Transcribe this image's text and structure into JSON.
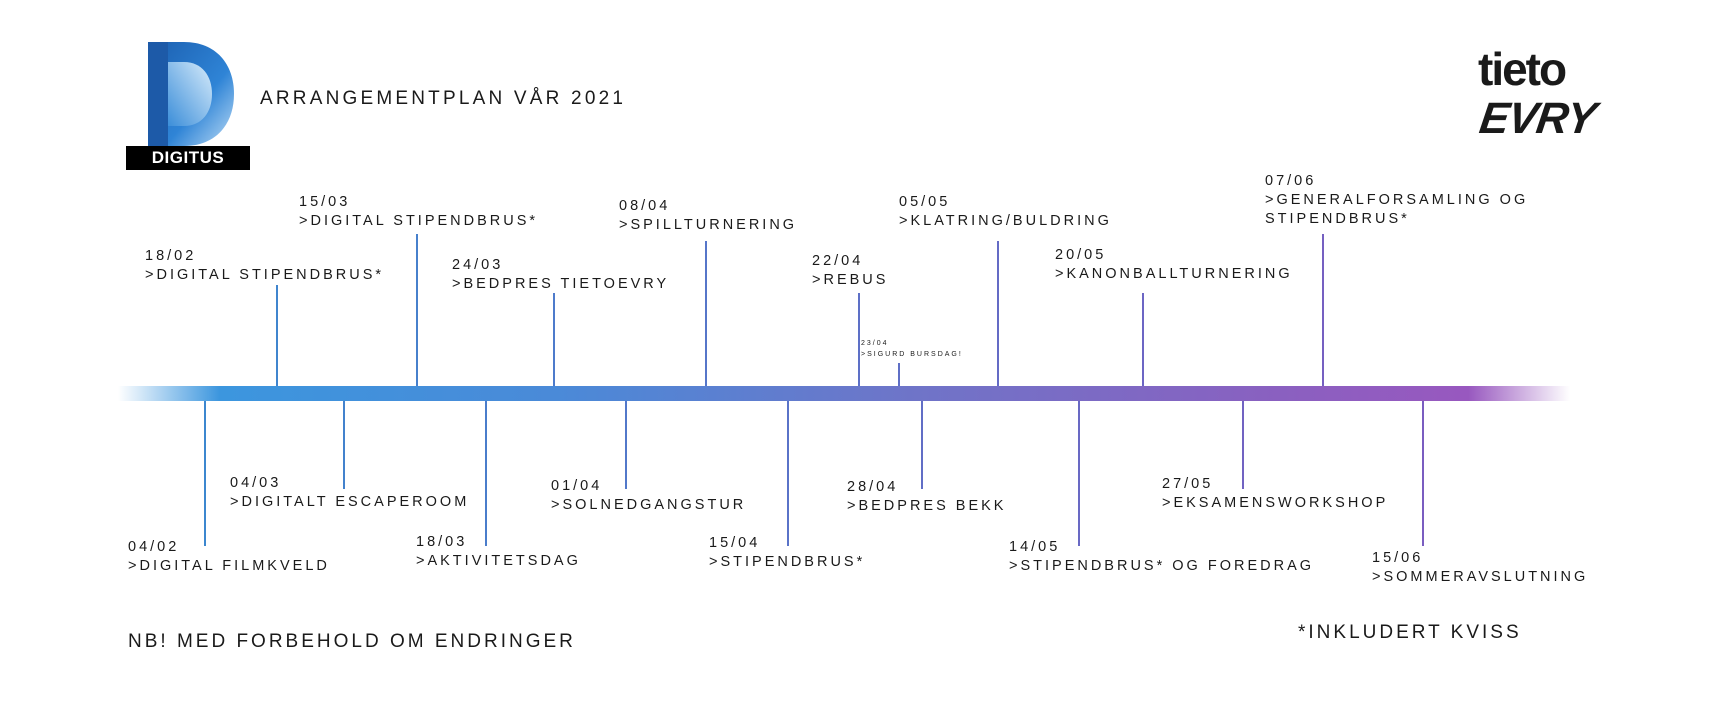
{
  "header": {
    "title": "ARRANGEMENTPLAN VÅR 2021",
    "logo_left_text": "DIGITUS",
    "logo_right_line1": "tieto",
    "logo_right_line2": "EVRY"
  },
  "footer": {
    "note_left": "NB! MED FORBEHOLD OM ENDRINGER",
    "note_right": "*INKLUDERT KVISS"
  },
  "colors": {
    "timeline_start": "#3c96de",
    "timeline_end": "#9858bf",
    "tick_blue": "#3b88cf",
    "tick_purple": "#7b5cc0"
  },
  "events_above": [
    {
      "date": "18/02",
      "label": ">DIGITAL STIPENDBRUS*"
    },
    {
      "date": "15/03",
      "label": ">DIGITAL STIPENDBRUS*"
    },
    {
      "date": "24/03",
      "label": ">BEDPRES TIETOEVRY"
    },
    {
      "date": "08/04",
      "label": ">SPILLTURNERING"
    },
    {
      "date": "22/04",
      "label": ">REBUS"
    },
    {
      "date": "23/04",
      "label": ">SIGURD BURSDAG!"
    },
    {
      "date": "05/05",
      "label": ">KLATRING/BULDRING"
    },
    {
      "date": "20/05",
      "label": ">KANONBALLTURNERING"
    },
    {
      "date": "07/06",
      "label_line1": ">GENERALFORSAMLING OG",
      "label_line2": "STIPENDBRUS*"
    }
  ],
  "events_below": [
    {
      "date": "04/02",
      "label": ">DIGITAL FILMKVELD"
    },
    {
      "date": "04/03",
      "label": ">DIGITALT ESCAPEROOM"
    },
    {
      "date": "18/03",
      "label": ">AKTIVITETSDAG"
    },
    {
      "date": "01/04",
      "label": ">SOLNEDGANGSTUR"
    },
    {
      "date": "15/04",
      "label": ">STIPENDBRUS*"
    },
    {
      "date": "28/04",
      "label": ">BEDPRES BEKK"
    },
    {
      "date": "14/05",
      "label": ">STIPENDBRUS* OG FOREDRAG"
    },
    {
      "date": "27/05",
      "label": ">EKSAMENSWORKSHOP"
    },
    {
      "date": "15/06",
      "label": ">SOMMERAVSLUTNING"
    }
  ]
}
